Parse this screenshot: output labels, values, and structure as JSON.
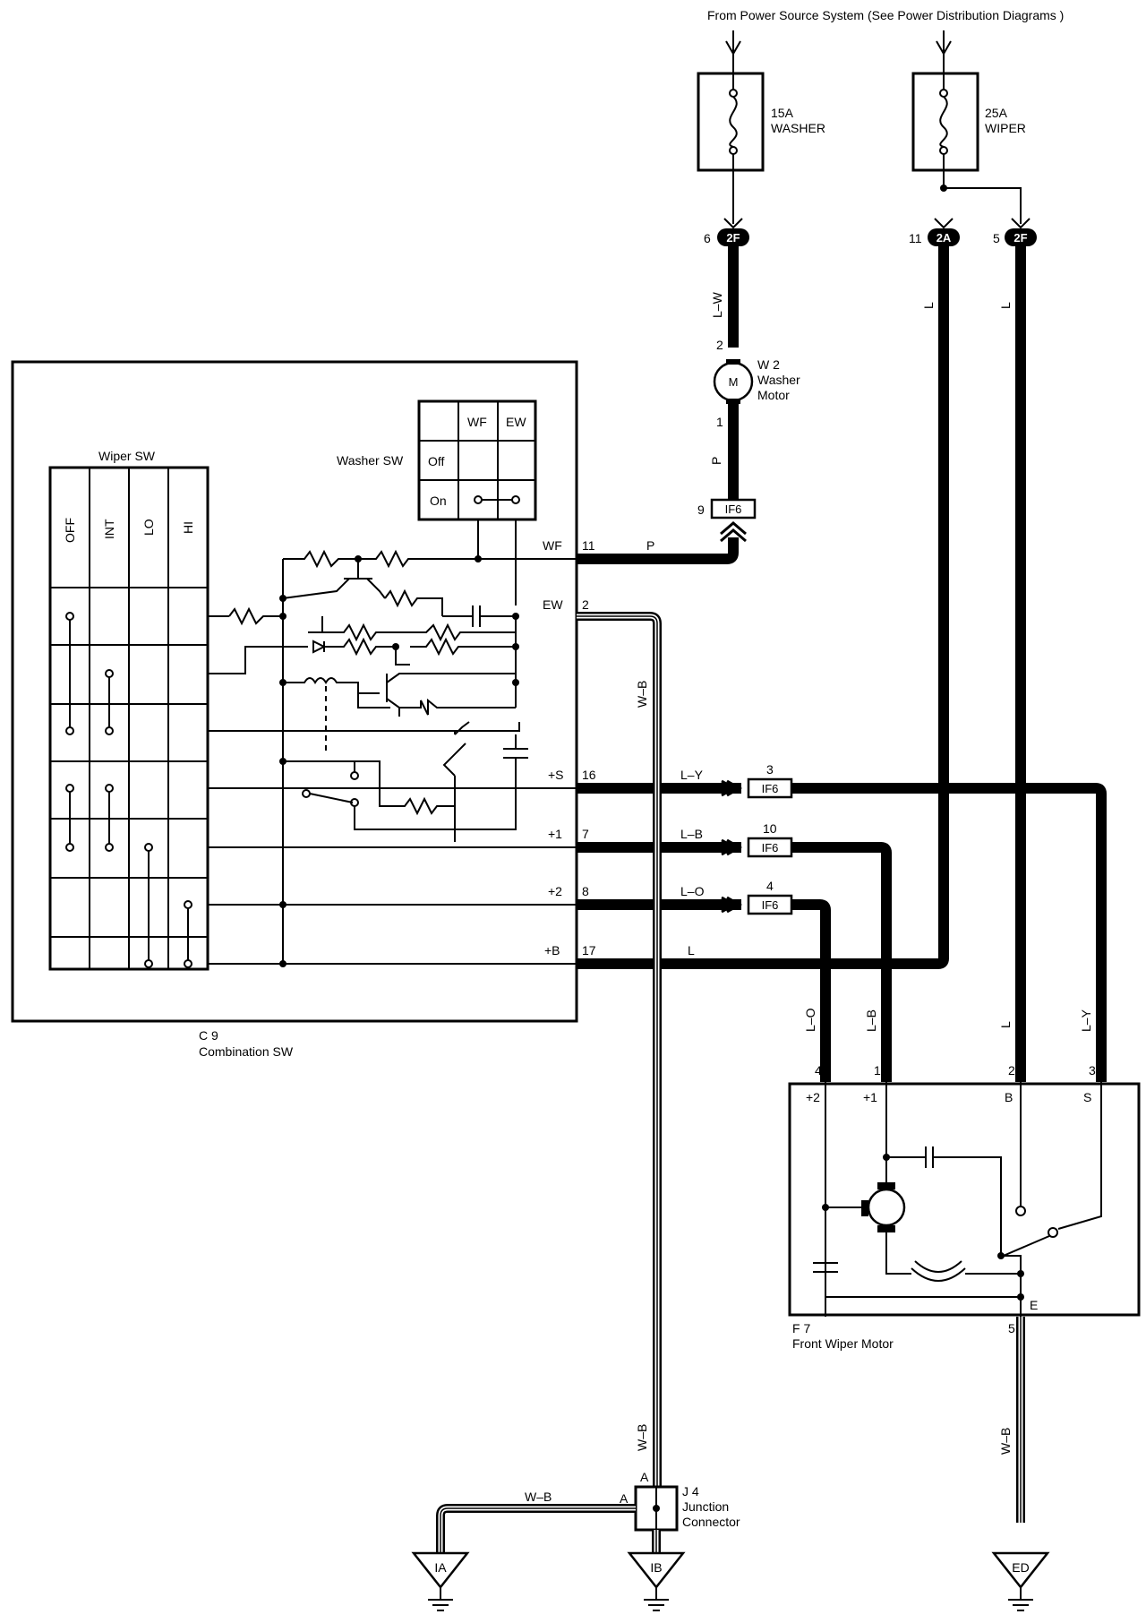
{
  "header": {
    "power_source": "From Power Source System (See Power Distribution Diagrams )"
  },
  "fuses": [
    {
      "rating": "15A",
      "name": "WASHER"
    },
    {
      "rating": "25A",
      "name": "WIPER"
    }
  ],
  "connectors": {
    "c_2f_a": {
      "pin": "6",
      "id": "2F"
    },
    "c_2a": {
      "pin": "11",
      "id": "2A"
    },
    "c_2f_b": {
      "pin": "5",
      "id": "2F"
    },
    "if6_top": {
      "pin": "9",
      "id": "IF6"
    },
    "if6_s": {
      "pin": "3",
      "id": "IF6"
    },
    "if6_1": {
      "pin": "10",
      "id": "IF6"
    },
    "if6_2": {
      "pin": "4",
      "id": "IF6"
    }
  },
  "washer_motor": {
    "id": "W 2",
    "line1": "Washer",
    "line2": "Motor",
    "pin_top": "2",
    "pin_bottom": "1",
    "symbol": "M"
  },
  "combination_switch": {
    "id": "C 9",
    "name": "Combination SW",
    "wiper_sw_title": "Wiper SW",
    "wiper_positions": [
      "OFF",
      "INT",
      "LO",
      "HI"
    ],
    "washer_sw_title": "Washer SW",
    "washer_cols": [
      "WF",
      "EW"
    ],
    "washer_rows": [
      "Off",
      "On"
    ],
    "terminals": [
      {
        "name": "WF",
        "pin": "11"
      },
      {
        "name": "EW",
        "pin": "2"
      },
      {
        "name": "+S",
        "pin": "16"
      },
      {
        "name": "+1",
        "pin": "7"
      },
      {
        "name": "+2",
        "pin": "8"
      },
      {
        "name": "+B",
        "pin": "17"
      }
    ]
  },
  "wire_colors": {
    "lw": "L–W",
    "p_vert": "P",
    "p_horiz": "P",
    "wb_vert": "W–B",
    "ly": "L–Y",
    "lb": "L–B",
    "lo": "L–O",
    "l_horiz": "L",
    "l_2a": "L",
    "l_2f": "L",
    "lo_motor": "L–O",
    "lb_motor": "L–B",
    "l_motor": "L",
    "ly_motor": "L–Y",
    "wb_lower": "W–B",
    "wb_horiz": "W–B",
    "wb_ed": "W–B"
  },
  "wiper_motor": {
    "id": "F 7",
    "name": "Front Wiper Motor",
    "pins": [
      "4",
      "1",
      "2",
      "3"
    ],
    "terminals": [
      "+2",
      "+1",
      "B",
      "S"
    ],
    "ground_terminal": "E",
    "ground_pin": "5",
    "symbol": "M"
  },
  "junction": {
    "id": "J 4",
    "line1": "Junction",
    "line2": "Connector",
    "pin_top": "A",
    "pin_left": "A"
  },
  "grounds": [
    "IA",
    "IB",
    "ED"
  ]
}
